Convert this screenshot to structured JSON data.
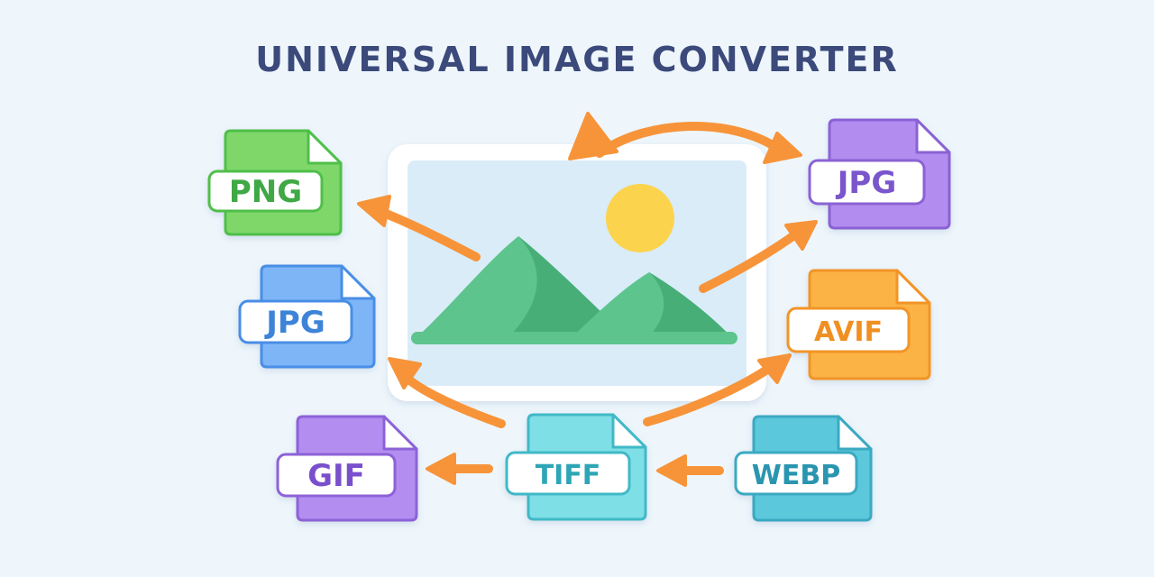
{
  "title": "UNIVERSAL IMAGE CONVERTER",
  "center_image": {
    "frame_color": "#ffffff",
    "sky_color": "#d9ecf8",
    "sun_color": "#fcd34d",
    "mountain_color": "#5cc48c",
    "mountain_shade_color": "#48ae78",
    "icon": "landscape-picture-icon"
  },
  "arrow_color": "#f7943a",
  "formats": [
    {
      "id": "png",
      "label": "PNG",
      "color": "#7fd76a",
      "border": "#4fbf4a",
      "text_color": "#3fa845"
    },
    {
      "id": "jpg-purple",
      "label": "JPG",
      "color": "#b38cf0",
      "border": "#8a62d4",
      "text_color": "#7a55cc"
    },
    {
      "id": "jpg-blue",
      "label": "JPG",
      "color": "#7db5f7",
      "border": "#4a8ee6",
      "text_color": "#3e84d8"
    },
    {
      "id": "avif",
      "label": "AVIF",
      "color": "#fbb344",
      "border": "#f29526",
      "text_color": "#f08f22"
    },
    {
      "id": "gif",
      "label": "GIF",
      "color": "#b48df0",
      "border": "#8d62d8",
      "text_color": "#7a4fcc"
    },
    {
      "id": "tiff",
      "label": "TIFF",
      "color": "#7fdfe6",
      "border": "#3fb9c7",
      "text_color": "#2fa6b6"
    },
    {
      "id": "webp",
      "label": "WEBP",
      "color": "#5cc8db",
      "border": "#3aa9c2",
      "text_color": "#2a95b0"
    }
  ]
}
